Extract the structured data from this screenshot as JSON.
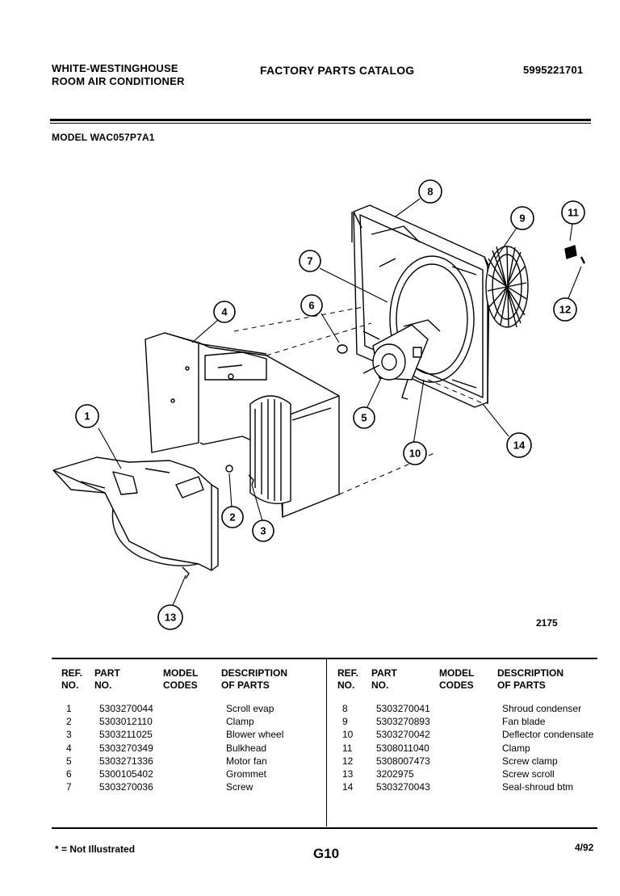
{
  "header": {
    "brand_line1": "WHITE-WESTINGHOUSE",
    "brand_line2": "ROOM AIR CONDITIONER",
    "catalog_title": "FACTORY PARTS CATALOG",
    "catalog_number": "5995221701",
    "model": "MODEL WAC057P7A1"
  },
  "diagram": {
    "callouts": [
      "1",
      "2",
      "3",
      "4",
      "5",
      "6",
      "7",
      "8",
      "9",
      "10",
      "11",
      "12",
      "13",
      "14"
    ],
    "drawing_number": "2175"
  },
  "table": {
    "headers": {
      "ref_1": "REF.",
      "ref_2": "NO.",
      "part_1": "PART",
      "part_2": "NO.",
      "model_1": "MODEL",
      "model_2": "CODES",
      "desc_1": "DESCRIPTION",
      "desc_2": "OF PARTS"
    },
    "left_rows": [
      {
        "ref": "1",
        "part": "5303270044",
        "desc": "Scroll evap"
      },
      {
        "ref": "2",
        "part": "5303012110",
        "desc": "Clamp"
      },
      {
        "ref": "3",
        "part": "5303211025",
        "desc": "Blower wheel"
      },
      {
        "ref": "4",
        "part": "5303270349",
        "desc": "Bulkhead"
      },
      {
        "ref": "5",
        "part": "5303271336",
        "desc": "Motor fan"
      },
      {
        "ref": "6",
        "part": "5300105402",
        "desc": "Grommet"
      },
      {
        "ref": "7",
        "part": "5303270036",
        "desc": "Screw"
      }
    ],
    "right_rows": [
      {
        "ref": "8",
        "part": "5303270041",
        "desc": "Shroud condenser"
      },
      {
        "ref": "9",
        "part": "5303270893",
        "desc": "Fan blade"
      },
      {
        "ref": "10",
        "part": "5303270042",
        "desc": "Deflector condensate"
      },
      {
        "ref": "11",
        "part": "5308011040",
        "desc": "Clamp"
      },
      {
        "ref": "12",
        "part": "5308007473",
        "desc": "Screw clamp"
      },
      {
        "ref": "13",
        "part": "3202975",
        "desc": "Screw scroll"
      },
      {
        "ref": "14",
        "part": "5303270043",
        "desc": "Seal-shroud btm"
      }
    ]
  },
  "footer": {
    "note": "* = Not Illustrated",
    "page": "G10",
    "date": "4/92"
  }
}
